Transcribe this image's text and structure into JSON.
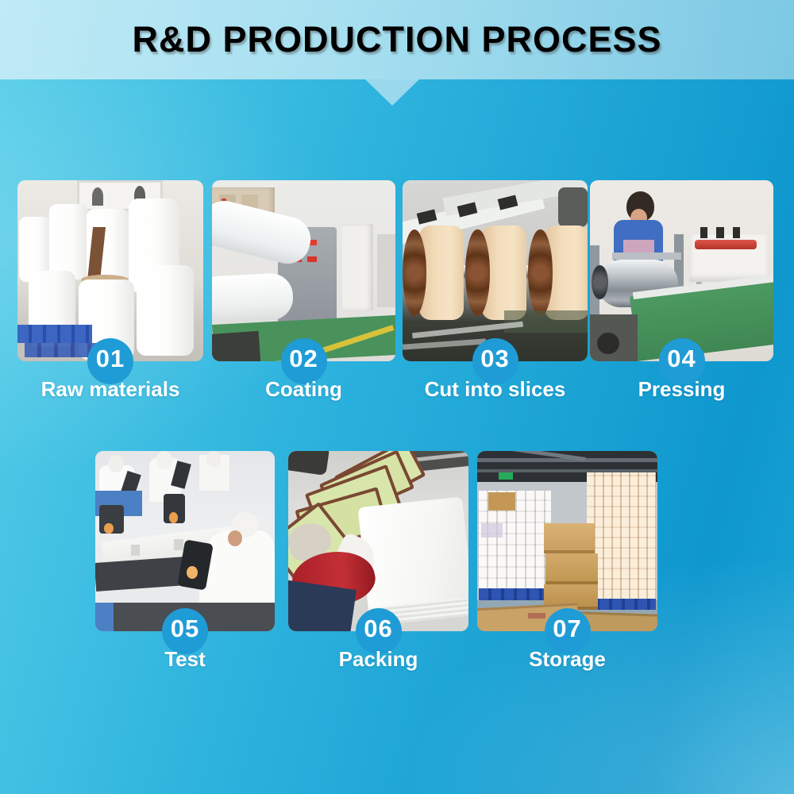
{
  "header": {
    "title": "R&D PRODUCTION PROCESS"
  },
  "steps": [
    {
      "number": "01",
      "label": "Raw materials",
      "photo_desc": "Jumbo rolls of white paper stacked on blue pallets in a workshop"
    },
    {
      "number": "02",
      "label": "Coating",
      "photo_desc": "Coating machine with large white paper rolls on a green factory floor"
    },
    {
      "number": "03",
      "label": "Cut into slices",
      "photo_desc": "Slitting machine shaft holding sliced tan paper rolls"
    },
    {
      "number": "04",
      "label": "Pressing",
      "photo_desc": "Worker operating a pressing roller machine beside a green table"
    },
    {
      "number": "05",
      "label": "Test",
      "photo_desc": "Technicians in white coats testing samples under microscopes"
    },
    {
      "number": "06",
      "label": "Packing",
      "photo_desc": "Gloved worker packing white sheets with green instruction leaflets"
    },
    {
      "number": "07",
      "label": "Storage",
      "photo_desc": "Warehouse with wrapped roll stacks and cardboard boxes on pallets"
    }
  ],
  "colors": {
    "background_top_left": "#58cfe9",
    "background_mid": "#2cb2dd",
    "background_right": "#0f98ce",
    "banner_left": "#bfeaf6",
    "banner_right": "#7cc8e3",
    "pointer": "#99d8ed",
    "badge_fill": "#1f9cd6",
    "badge_text": "#ffffff",
    "label_text": "#ffffff",
    "title_text": "#000000"
  }
}
